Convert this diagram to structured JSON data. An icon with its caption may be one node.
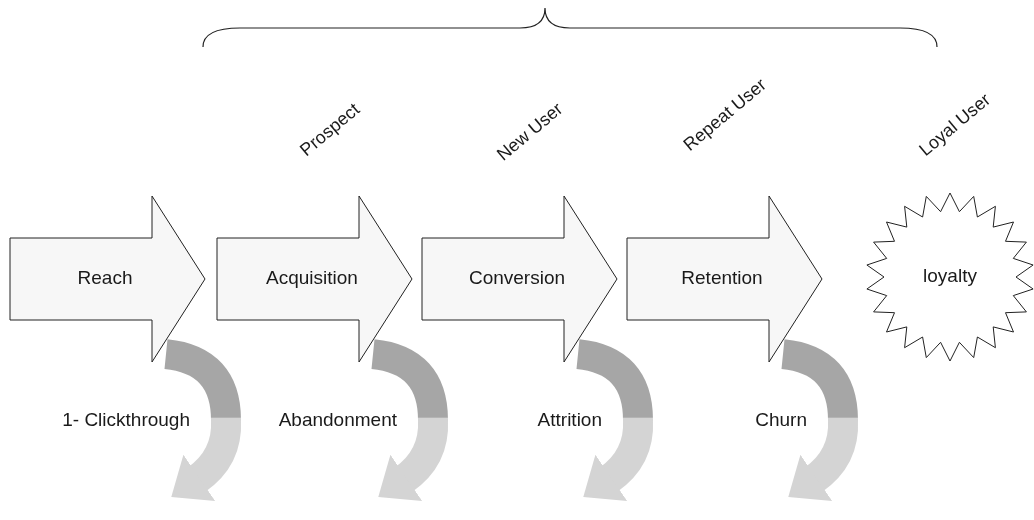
{
  "diagram": {
    "nodes": [
      {
        "text": [
          "Reach"
        ]
      },
      {
        "text": [
          "Acquisition"
        ]
      },
      {
        "text": [
          "Conversion"
        ]
      },
      {
        "text": [
          "Retention"
        ]
      },
      {
        "text": [
          "loyalty"
        ]
      }
    ],
    "edges": [
      {
        "from": 0,
        "to": null,
        "arrow": "to",
        "label": "1- Clickthrough",
        "style": "thick",
        "color": "#a6a6a6"
      },
      {
        "from": 1,
        "to": null,
        "arrow": "to",
        "label": "Abandonment",
        "style": "thick",
        "color": "#a6a6a6"
      },
      {
        "from": 2,
        "to": null,
        "arrow": "to",
        "label": "Attrition",
        "style": "thick",
        "color": "#a6a6a6"
      },
      {
        "from": 3,
        "to": null,
        "arrow": "to",
        "label": "Churn",
        "style": "thick",
        "color": "#a6a6a6"
      }
    ],
    "labels": [
      "Prospect",
      "New User",
      "Repeat User",
      "Loyal User"
    ]
  }
}
